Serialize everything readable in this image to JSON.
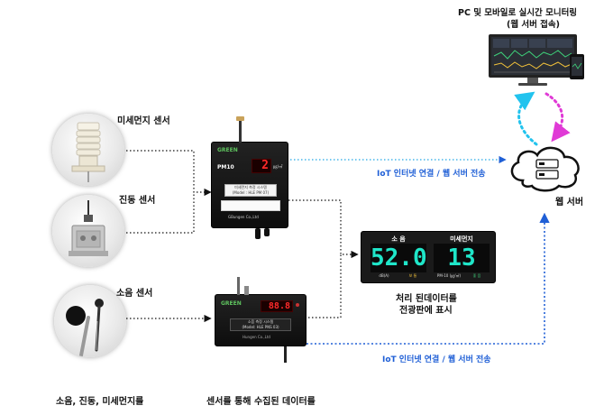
{
  "labels": {
    "monitoring_title": "PC 및 모바일로 실시간 모니터링",
    "monitoring_sub": "(웹 서버 접속)",
    "fine_dust_sensor": "미세먼지 센서",
    "vibration_sensor": "진동 센서",
    "noise_sensor": "소음 센서",
    "bottom_left_caption": "소음, 진동, 미세먼지를",
    "bottom_center_caption": "센서를 통해 수집된 데이터를",
    "iot_upper": "IoT 인터넷 연결 / 웹 서버 전송",
    "iot_lower": "IoT 인터넷 연결 / 웹 서버 전송",
    "web_server": "웹 서버",
    "board_caption_1": "처리 된데이터를",
    "board_caption_2": "전광판에 표시"
  },
  "device_pm": {
    "logo": "GREEN",
    "model": "PM10",
    "display": "2",
    "unit": "㎍/㎥",
    "plate_title": "미세먼지 측정 시스템",
    "plate_model": "(Model : HLE PM 07)",
    "maker": "GBungen Co.,Ltd"
  },
  "device_noise": {
    "logo": "GREEN",
    "display": "88.8",
    "plate_title": "소음 측정 시스템",
    "plate_model": "(Model: HLE PNS 03)",
    "maker": "Hungen Co.,Ltd"
  },
  "board": {
    "left_head": "소 음",
    "right_head": "미세먼지",
    "left_value": "52.0",
    "right_value": "13",
    "left_unit": "dB(A)",
    "right_unit": "PM-10 (㎍/㎥)",
    "left_sub": "보 통",
    "right_sub": "좋 음"
  },
  "colors": {
    "blue": "#1f5fd6",
    "magenta": "#e03ad6",
    "cyan": "#22c3ee",
    "dots": "#222222"
  }
}
